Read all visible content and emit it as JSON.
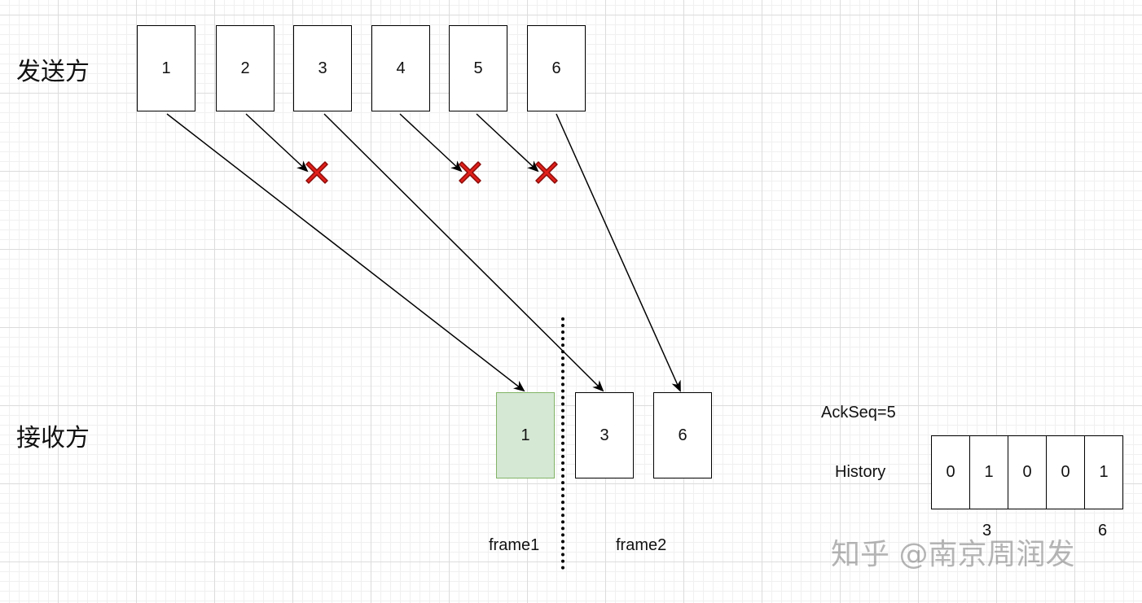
{
  "sender": {
    "label": "发送方",
    "packets": [
      "1",
      "2",
      "3",
      "4",
      "5",
      "6"
    ]
  },
  "receiver": {
    "label": "接收方",
    "packets": [
      "1",
      "3",
      "6"
    ],
    "frame1_label": "frame1",
    "frame2_label": "frame2"
  },
  "ack": {
    "ackseq_text": "AckSeq=5",
    "history_label": "History",
    "history_bits": [
      "0",
      "1",
      "0",
      "0",
      "1"
    ],
    "history_markers": [
      "3",
      "6"
    ]
  },
  "lost_packets": [
    "2",
    "4",
    "5"
  ],
  "colors": {
    "received_highlight_fill": "#d5e8d4",
    "received_highlight_border": "#82b366",
    "loss_mark": "#e0201b"
  },
  "watermark": "知乎 @南京周润发"
}
